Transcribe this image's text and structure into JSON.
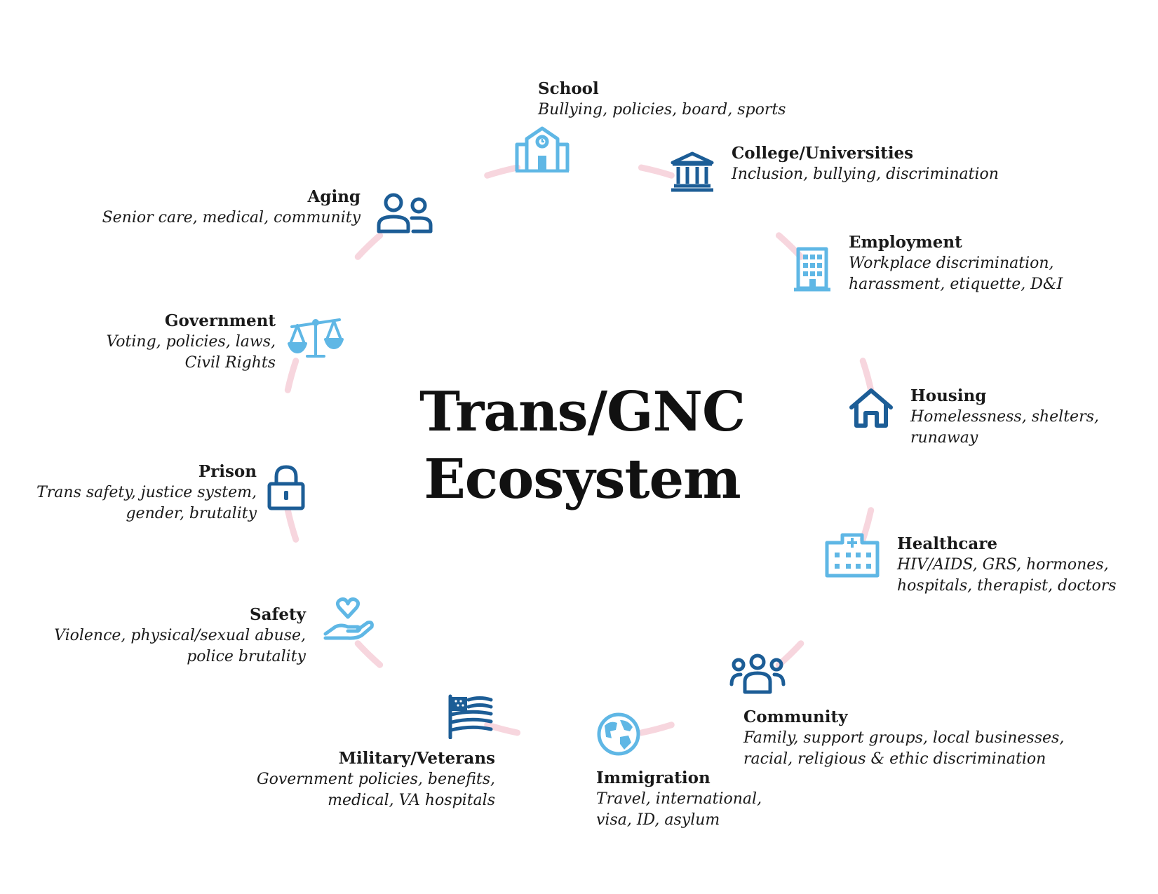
{
  "title": {
    "line1": "Trans/GNC",
    "line2": "Ecosystem"
  },
  "colors": {
    "ring": "#f7d6de",
    "dark_blue": "#1c5d96",
    "light_blue": "#5fb7e5",
    "text": "#1a1a1a"
  },
  "nodes": [
    {
      "key": "school",
      "label": "School",
      "desc": [
        "Bullying, policies, board, sports"
      ],
      "icon": "school-icon",
      "tone": "light_blue"
    },
    {
      "key": "college",
      "label": "College/Universities",
      "desc": [
        "Inclusion, bullying, discrimination"
      ],
      "icon": "college-icon",
      "tone": "dark_blue"
    },
    {
      "key": "employment",
      "label": "Employment",
      "desc": [
        "Workplace discrimination,",
        "harassment, etiquette, D&I"
      ],
      "icon": "office-building-icon",
      "tone": "light_blue"
    },
    {
      "key": "housing",
      "label": "Housing",
      "desc": [
        "Homelessness, shelters,",
        "runaway"
      ],
      "icon": "house-icon",
      "tone": "dark_blue"
    },
    {
      "key": "healthcare",
      "label": "Healthcare",
      "desc": [
        "HIV/AIDS, GRS, hormones,",
        "hospitals, therapist, doctors"
      ],
      "icon": "hospital-icon",
      "tone": "light_blue"
    },
    {
      "key": "community",
      "label": "Community",
      "desc": [
        "Family, support groups, local businesses,",
        "racial, religious & ethic discrimination"
      ],
      "icon": "community-group-icon",
      "tone": "dark_blue"
    },
    {
      "key": "immigration",
      "label": "Immigration",
      "desc": [
        "Travel, international,",
        "visa, ID, asylum"
      ],
      "icon": "globe-icon",
      "tone": "light_blue"
    },
    {
      "key": "military",
      "label": "Military/Veterans",
      "desc": [
        "Government policies, benefits,",
        "medical, VA hospitals"
      ],
      "icon": "flag-icon",
      "tone": "dark_blue"
    },
    {
      "key": "safety",
      "label": "Safety",
      "desc": [
        "Violence, physical/sexual abuse,",
        "police brutality"
      ],
      "icon": "heart-hand-icon",
      "tone": "light_blue"
    },
    {
      "key": "prison",
      "label": "Prison",
      "desc": [
        "Trans safety, justice system,",
        "gender, brutality"
      ],
      "icon": "padlock-icon",
      "tone": "dark_blue"
    },
    {
      "key": "government",
      "label": "Government",
      "desc": [
        "Voting, policies, laws,",
        "Civil Rights"
      ],
      "icon": "scales-icon",
      "tone": "light_blue"
    },
    {
      "key": "aging",
      "label": "Aging",
      "desc": [
        "Senior care, medical, community"
      ],
      "icon": "people-icon",
      "tone": "dark_blue"
    }
  ]
}
